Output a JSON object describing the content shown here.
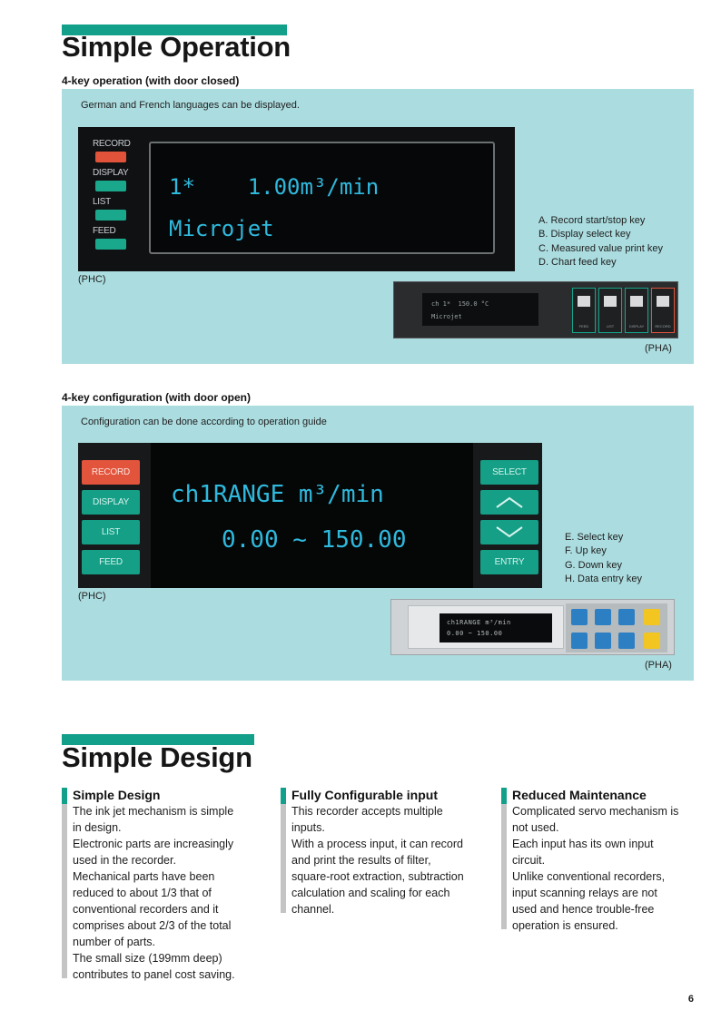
{
  "operation": {
    "title": "Simple Operation",
    "closed": {
      "heading": "4-key operation (with door closed)",
      "note": "German and French languages can be displayed.",
      "phc": {
        "keys": [
          "RECORD",
          "DISPLAY",
          "LIST",
          "FEED"
        ],
        "display_line1": "1*    1.00m³/min",
        "display_line2": "Microjet",
        "caption": "(PHC)"
      },
      "key_list": [
        "A. Record start/stop key",
        "B. Display select key",
        "C. Measured value print key",
        "D. Chart feed key"
      ],
      "pha": {
        "display_line1": "ch 1*  150.0 °C",
        "display_line2": "Microjet",
        "keys": [
          "FEED",
          "LIST",
          "DISPLAY",
          "RECORD"
        ],
        "caption": "(PHA)"
      }
    },
    "open": {
      "heading": "4-key configuration (with door open)",
      "note": "Configuration can be done according to operation guide",
      "phc": {
        "left_keys": [
          "RECORD",
          "DISPLAY",
          "LIST",
          "FEED"
        ],
        "right_keys": [
          "SELECT",
          "ENTRY"
        ],
        "display_line1": "ch1RANGE m³/min",
        "display_line2": "0.00 ~ 150.00",
        "caption": "(PHC)"
      },
      "key_list": [
        "E. Select key",
        "F. Up key",
        "G. Down key",
        "H. Data entry key"
      ],
      "pha": {
        "display_line1": "ch1RANGE m³/min",
        "display_line2": "0.00 ~ 150.00",
        "caption": "(PHA)"
      }
    },
    "colors": {
      "accent": "#12a08a",
      "panel": "#abdcdf",
      "record_key": "#e3543c",
      "lcd_text": "#2fb9dd"
    }
  },
  "design": {
    "title": "Simple Design",
    "columns": [
      {
        "heading": "Simple Design",
        "lines": [
          "The ink jet mechanism is simple",
          "in design.",
          "Electronic parts are increasingly",
          "used in the recorder.",
          "Mechanical parts have been",
          "reduced to about 1/3 that of",
          "conventional recorders and it",
          "comprises about 2/3 of the total",
          "number of parts.",
          "The small size (199mm deep)",
          "contributes to panel cost saving."
        ]
      },
      {
        "heading": "Fully Configurable input",
        "lines": [
          "This recorder accepts multiple",
          "inputs.",
          "With a process input, it can record",
          "and print the results of filter,",
          "square-root extraction, subtraction",
          "calculation and scaling for each",
          "channel."
        ]
      },
      {
        "heading": "Reduced Maintenance",
        "lines": [
          "Complicated servo mechanism is",
          "not used.",
          "Each input has its own input",
          "circuit.",
          "Unlike conventional recorders,",
          "input scanning relays are not",
          "used and hence trouble-free",
          "operation is ensured."
        ]
      }
    ]
  },
  "page_number": "6"
}
